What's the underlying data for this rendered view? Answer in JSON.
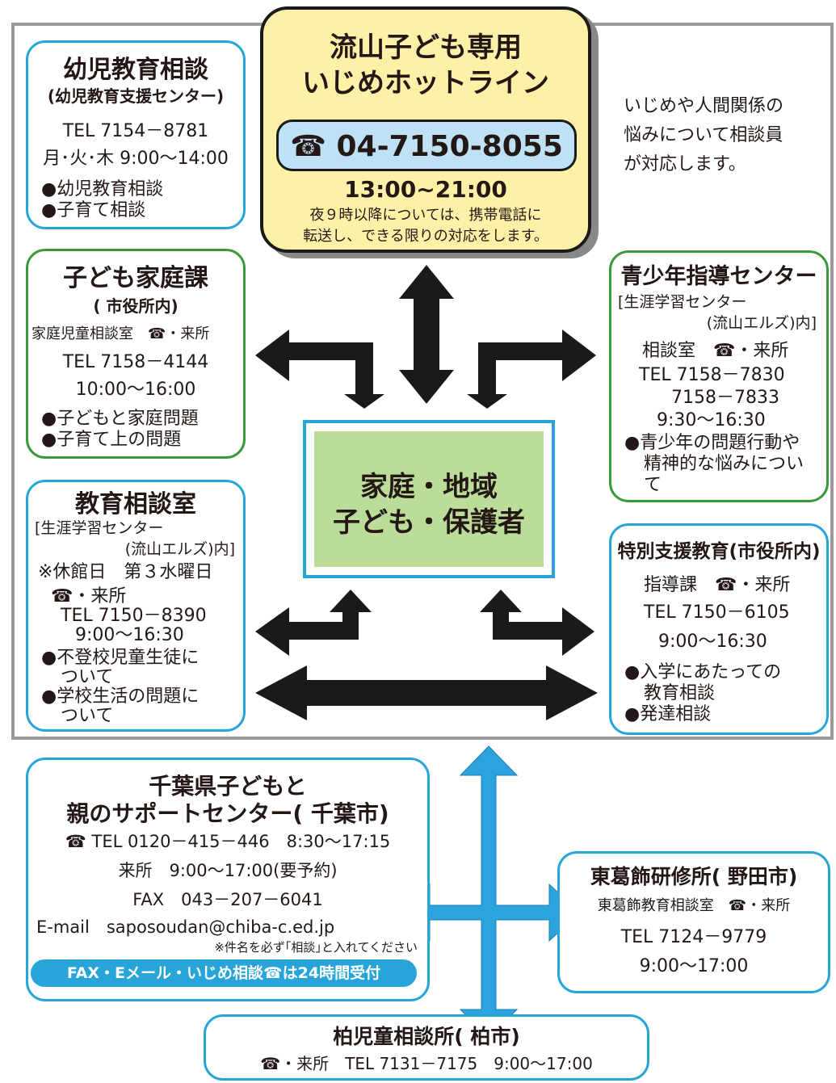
{
  "hotline": {
    "title1": "流山子ども専用",
    "title2": "いじめホットライン",
    "phone": "☎ 04-7150-8055",
    "hours": "13:00~21:00",
    "note1": "夜９時以降については、携帯電話に",
    "note2": "転送し、できる限りの対応をします。"
  },
  "intro": {
    "l1": "いじめや人間関係の",
    "l2": "悩みについて相談員",
    "l3": "が対応します。"
  },
  "center": {
    "l1": "家庭・地域",
    "l2": "子ども・保護者"
  },
  "youji": {
    "title": "幼児教育相談",
    "sub": "(幼児教育支援センター)",
    "tel": "TEL 7154－8781",
    "hours": "月･火･木 9:00～14:00",
    "item1": "●幼児教育相談",
    "item2": "●子育て相談"
  },
  "kodomo": {
    "title": "子ども家庭課",
    "sub": "( 市役所内)",
    "room": "家庭児童相談室　☎・来所",
    "tel": "TEL 7158－4144",
    "hours": "10:00～16:00",
    "item1": "●子どもと家庭問題",
    "item2": "●子育て上の問題"
  },
  "kyoiku": {
    "title": "教育相談室",
    "sub1": "[生涯学習センター",
    "sub2": "(流山エルズ)内]",
    "closed": "※休館日　第３水曜日",
    "contact": "☎・来所",
    "tel": "TEL 7150－8390",
    "hours": "9:00～16:30",
    "item1a": "●不登校児童生徒に",
    "item1b": "ついて",
    "item2a": "●学校生活の問題に",
    "item2b": "ついて"
  },
  "seishonen": {
    "title": "青少年指導センター",
    "sub1": "[生涯学習センター",
    "sub2": "(流山エルズ)内]",
    "room": "相談室　☎・来所",
    "tel1": "TEL 7158－7830",
    "tel2": "7158－7833",
    "hours": "9:30～16:30",
    "item1a": "●青少年の問題行動や",
    "item1b": "精神的な悩みについ",
    "item1c": "て"
  },
  "tokubetsu": {
    "title": "特別支援教育(市役所内)",
    "room": "指導課　☎・来所",
    "tel": "TEL 7150－6105",
    "hours": "9:00～16:30",
    "item1a": "●入学にあたっての",
    "item1b": "教育相談",
    "item2": "●発達相談"
  },
  "chiba": {
    "title1": "千葉県子どもと",
    "title2": "親のサポートセンター( 千葉市)",
    "tel": "☎ TEL 0120－415－446　8:30～17:15",
    "visit": "来所　9:00～17:00(要予約)",
    "fax": "FAX　043－207－6041",
    "email": "E-mail　saposoudan@chiba-c.ed.jp",
    "note": "※件名を必ず｢相談｣と入れてください",
    "pill": "FAX・Eメール・いじめ相談☎は24時間受付"
  },
  "higashi": {
    "title": "東葛飾研修所( 野田市)",
    "room": "東葛飾教育相談室　☎・来所",
    "tel": "TEL 7124－9779",
    "hours": "9:00～17:00"
  },
  "kashiwa": {
    "title": "柏児童相談所( 柏市)",
    "info": "☎・来所　TEL 7131－7175　9:00～17:00"
  }
}
